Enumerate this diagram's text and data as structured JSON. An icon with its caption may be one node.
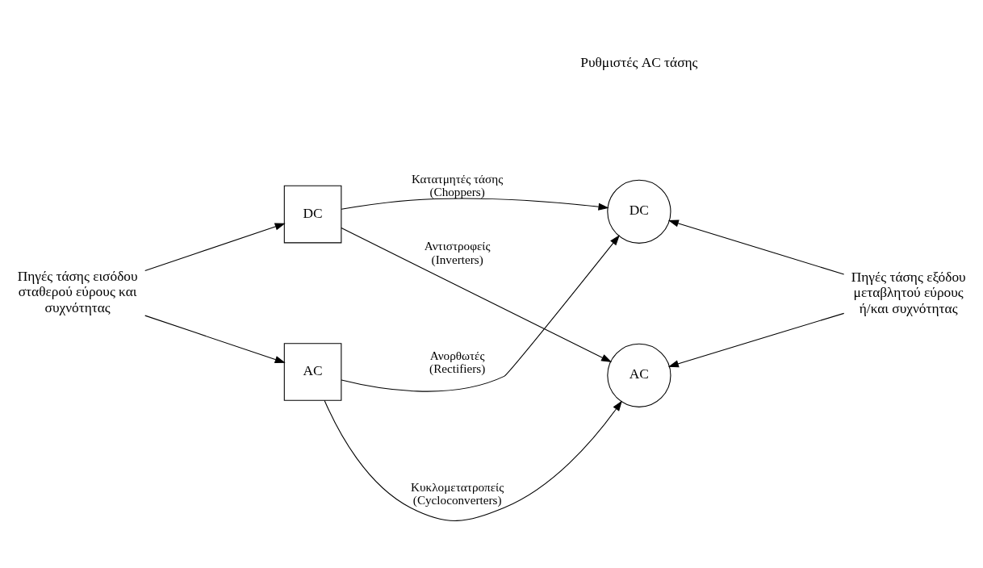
{
  "diagram": {
    "nodes": [
      {
        "text": [
          "DC"
        ]
      },
      {
        "text": [
          "AC"
        ]
      },
      {
        "text": [
          "DC"
        ]
      },
      {
        "text": [
          "AC"
        ]
      },
      {
        "text": [
          "Πηγές τάσης εισόδου σταθερού εύρους και συχνότητας"
        ]
      },
      {
        "text": [
          "Πηγές τάσης εξόδου μεταβλητού εύρους ή/και συχνότητας"
        ]
      }
    ],
    "edges": [
      {
        "from": 4,
        "to": 0,
        "arrow": "to"
      },
      {
        "from": 4,
        "to": 1,
        "arrow": "to"
      },
      {
        "from": 0,
        "to": 2,
        "arrow": "to",
        "label": "Κατατμητές τάσης (Choppers)"
      },
      {
        "from": 0,
        "to": 3,
        "arrow": "to",
        "label": "Αντιστροφείς (Inverters)"
      },
      {
        "from": 1,
        "to": 2,
        "arrow": "to",
        "label": "Ανορθωτές (Rectifiers)"
      },
      {
        "from": 1,
        "to": 3,
        "arrow": "to",
        "label": "Κυκλομετατροπείς (Cycloconverters)"
      },
      {
        "from": 5,
        "to": 2,
        "arrow": "to"
      },
      {
        "from": 5,
        "to": 3,
        "arrow": "to"
      }
    ],
    "labels": [
      "Ρυθμιστές AC τάσης"
    ]
  }
}
